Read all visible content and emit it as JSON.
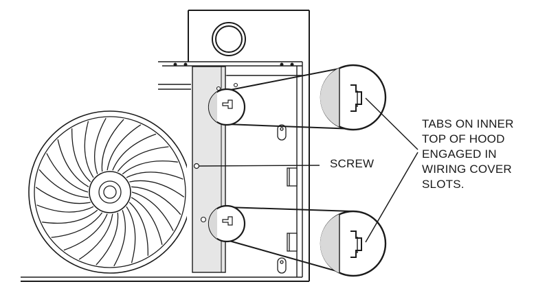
{
  "labels": {
    "screw": "SCREW",
    "tabs_lines": [
      "TABS ON INNER",
      "TOP OF HOOD",
      "ENGAGED IN",
      "WIRING COVER",
      "SLOTS."
    ]
  },
  "colors": {
    "line": "#1a1a1a",
    "panel_fill": "#e6e6e6",
    "background": "#ffffff"
  }
}
